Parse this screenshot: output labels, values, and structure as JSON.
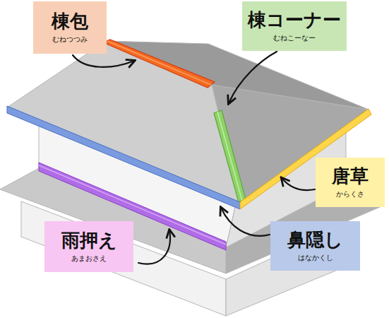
{
  "diagram": {
    "nodes": [
      {
        "text": [
          "棟包",
          "むねつつみ"
        ]
      },
      {
        "text": [
          "棟コーナー",
          "むねこーなー"
        ]
      },
      {
        "text": [
          "唐草",
          "からくさ"
        ]
      },
      {
        "text": [
          "鼻隠し",
          "はなかくし"
        ]
      },
      {
        "text": [
          "雨押え",
          "あまおさえ"
        ]
      }
    ]
  }
}
